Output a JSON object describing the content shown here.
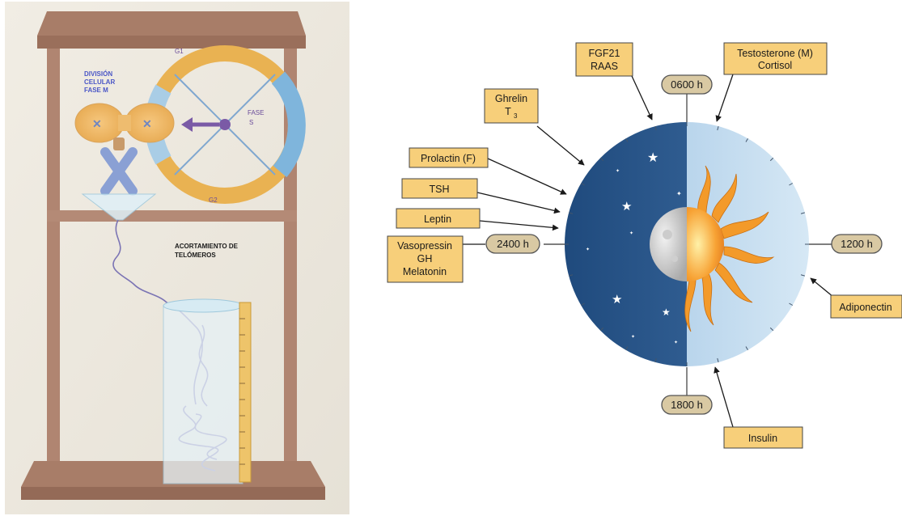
{
  "left_panel": {
    "cell_cycle": {
      "phase_g1": "G1",
      "phase_g2": "G2",
      "phase_s_line1": "FASE",
      "phase_s_line2": "S",
      "mitosis_line1": "DIVISIÓN",
      "mitosis_line2": "CELULAR",
      "mitosis_line3": "FASE M"
    },
    "telomere_line1": "ACORTAMIENTO DE",
    "telomere_line2": "TELÓMEROS"
  },
  "right_panel": {
    "clock": {
      "time_top": "0600 h",
      "time_right": "1200 h",
      "time_bottom": "1800 h",
      "time_left": "2400 h"
    },
    "hormones": {
      "fgf21_raas_line1": "FGF21",
      "fgf21_raas_line2": "RAAS",
      "testo_cortisol_line1": "Testosterone (M)",
      "testo_cortisol_line2": "Cortisol",
      "ghrelin_line1": "Ghrelin",
      "ghrelin_line2": "T",
      "ghrelin_sub": "3",
      "prolactin": "Prolactin (F)",
      "tsh": "TSH",
      "leptin": "Leptin",
      "vaso_line1": "Vasopressin",
      "vaso_line2": "GH",
      "vaso_line3": "Melatonin",
      "adiponectin": "Adiponectin",
      "insulin": "Insulin"
    }
  },
  "colors": {
    "label_fill": "#f7cf7a",
    "time_pill": "#d9c9a3",
    "night": "#2d5a8c",
    "day": "#b7d3ea",
    "frame": "#a57a67",
    "ring_orange": "#e9b252",
    "ring_blue": "#7fb5dc"
  }
}
